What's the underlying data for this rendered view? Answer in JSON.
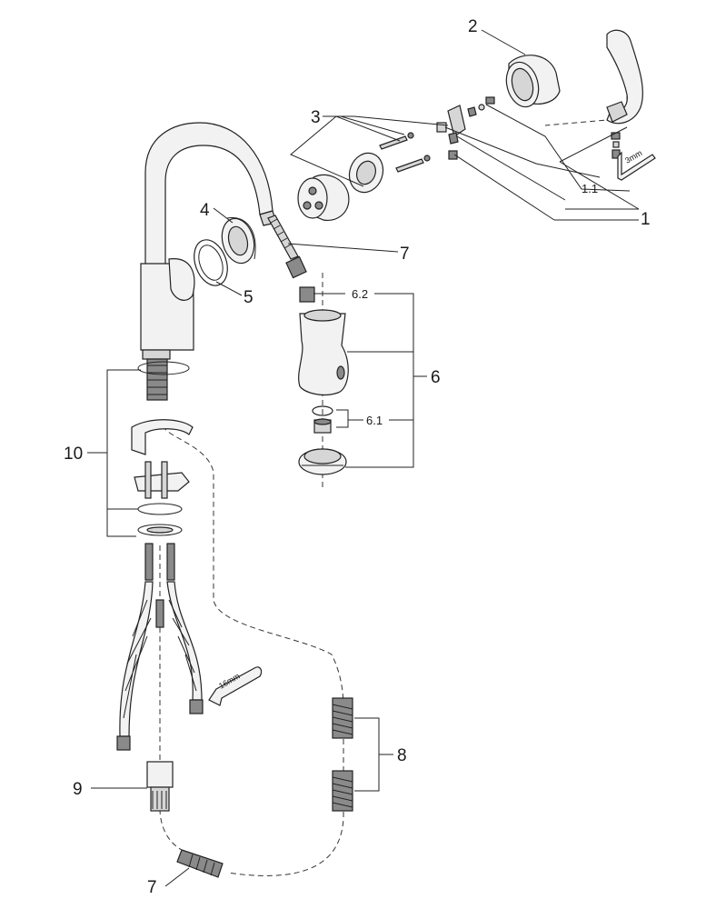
{
  "labels": {
    "l1": "1",
    "l1_1": "1.1",
    "l2": "2",
    "l3": "3",
    "l4": "4",
    "l5": "5",
    "l6": "6",
    "l6_1": "6.1",
    "l6_2": "6.2",
    "l7_hose": "7",
    "l7_weight": "7",
    "l8": "8",
    "l9": "9",
    "l10": "10"
  },
  "tool_labels": {
    "hex_key": "3mm",
    "wrench": "16mm"
  },
  "colors": {
    "line": "#222222",
    "fill_light": "#f2f2f2",
    "fill_mid": "#d6d6d6",
    "fill_dark": "#8a8a8a"
  }
}
